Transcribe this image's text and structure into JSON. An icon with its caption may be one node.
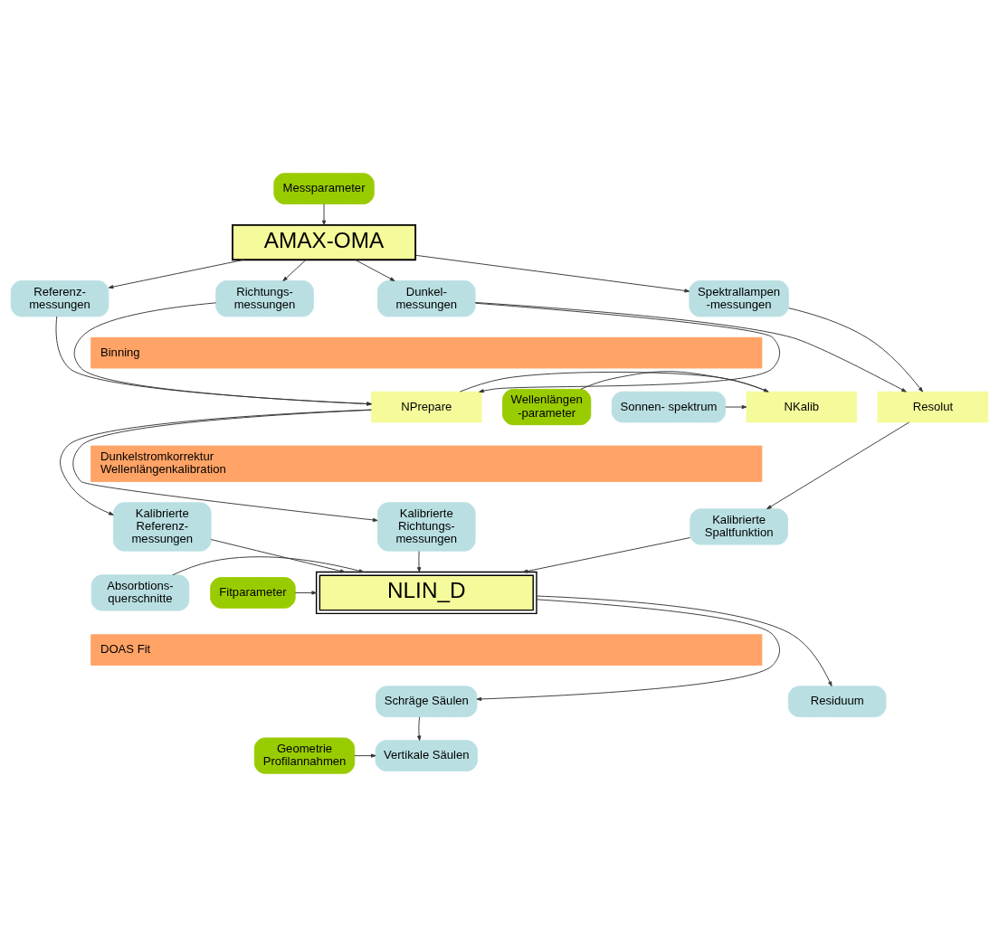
{
  "diagram": {
    "nodes": [
      {
        "text": [
          "Messparameter"
        ]
      },
      {
        "text": [
          "AMAX-OMA"
        ]
      },
      {
        "text": [
          "Referenz- messungen"
        ]
      },
      {
        "text": [
          "Richtungs- messungen"
        ]
      },
      {
        "text": [
          "Dunkel- messungen"
        ]
      },
      {
        "text": [
          "Spektrallampen -messungen"
        ]
      },
      {
        "text": [
          "Binning"
        ]
      },
      {
        "text": [
          "Wellenlängen -parameter"
        ]
      },
      {
        "text": [
          "NKalib"
        ]
      },
      {
        "text": [
          "NPrepare"
        ]
      },
      {
        "text": [
          "Resolut"
        ]
      },
      {
        "text": [
          "Sonnen- spektrum"
        ]
      },
      {
        "text": [
          "Dunkelstromkorrektur",
          "Wellenlängenkalibration"
        ]
      },
      {
        "text": [
          "Kalibrierte Referenz- messungen"
        ]
      },
      {
        "text": [
          "Kalibrierte Richtungs- messungen"
        ]
      },
      {
        "text": [
          "Kalibrierte Spaltfunktion"
        ]
      },
      {
        "text": [
          "Fitparameter"
        ]
      },
      {
        "text": [
          "NLIN_D"
        ]
      },
      {
        "text": [
          "Absorbtions- querschnitte"
        ]
      },
      {
        "text": [
          "DOAS Fit"
        ]
      },
      {
        "text": [
          "Schräge Säulen"
        ]
      },
      {
        "text": [
          "Residuum"
        ]
      },
      {
        "text": [
          "Geometrie Profilannahmen"
        ]
      },
      {
        "text": [
          "Vertikale Säulen"
        ]
      }
    ],
    "edges": [
      {
        "from": 0,
        "to": 1,
        "arrow": "to"
      },
      {
        "from": 1,
        "to": 2,
        "arrow": "to"
      },
      {
        "from": 1,
        "to": 3,
        "arrow": "to"
      },
      {
        "from": 1,
        "to": 4,
        "arrow": "to"
      },
      {
        "from": 1,
        "to": 5,
        "arrow": "to"
      },
      {
        "from": 2,
        "to": 9,
        "arrow": "to"
      },
      {
        "from": 3,
        "to": 9,
        "arrow": "to"
      },
      {
        "from": 4,
        "to": 9,
        "arrow": "to"
      },
      {
        "from": 4,
        "to": 10,
        "arrow": "to"
      },
      {
        "from": 5,
        "to": 10,
        "arrow": "to"
      },
      {
        "from": 7,
        "to": 8,
        "arrow": "to"
      },
      {
        "from": 11,
        "to": 8,
        "arrow": "to"
      },
      {
        "from": 8,
        "to": 9,
        "arrow": "none"
      },
      {
        "from": 9,
        "to": 13,
        "arrow": "to"
      },
      {
        "from": 9,
        "to": 14,
        "arrow": "to"
      },
      {
        "from": 10,
        "to": 15,
        "arrow": "to"
      },
      {
        "from": 13,
        "to": 17,
        "arrow": "to"
      },
      {
        "from": 14,
        "to": 17,
        "arrow": "to"
      },
      {
        "from": 15,
        "to": 17,
        "arrow": "to"
      },
      {
        "from": 16,
        "to": 17,
        "arrow": "to"
      },
      {
        "from": 18,
        "to": 17,
        "arrow": "to"
      },
      {
        "from": 17,
        "to": 20,
        "arrow": "to"
      },
      {
        "from": 17,
        "to": 21,
        "arrow": "to"
      },
      {
        "from": 20,
        "to": 23,
        "arrow": "to"
      },
      {
        "from": 22,
        "to": 23,
        "arrow": "to"
      }
    ]
  }
}
